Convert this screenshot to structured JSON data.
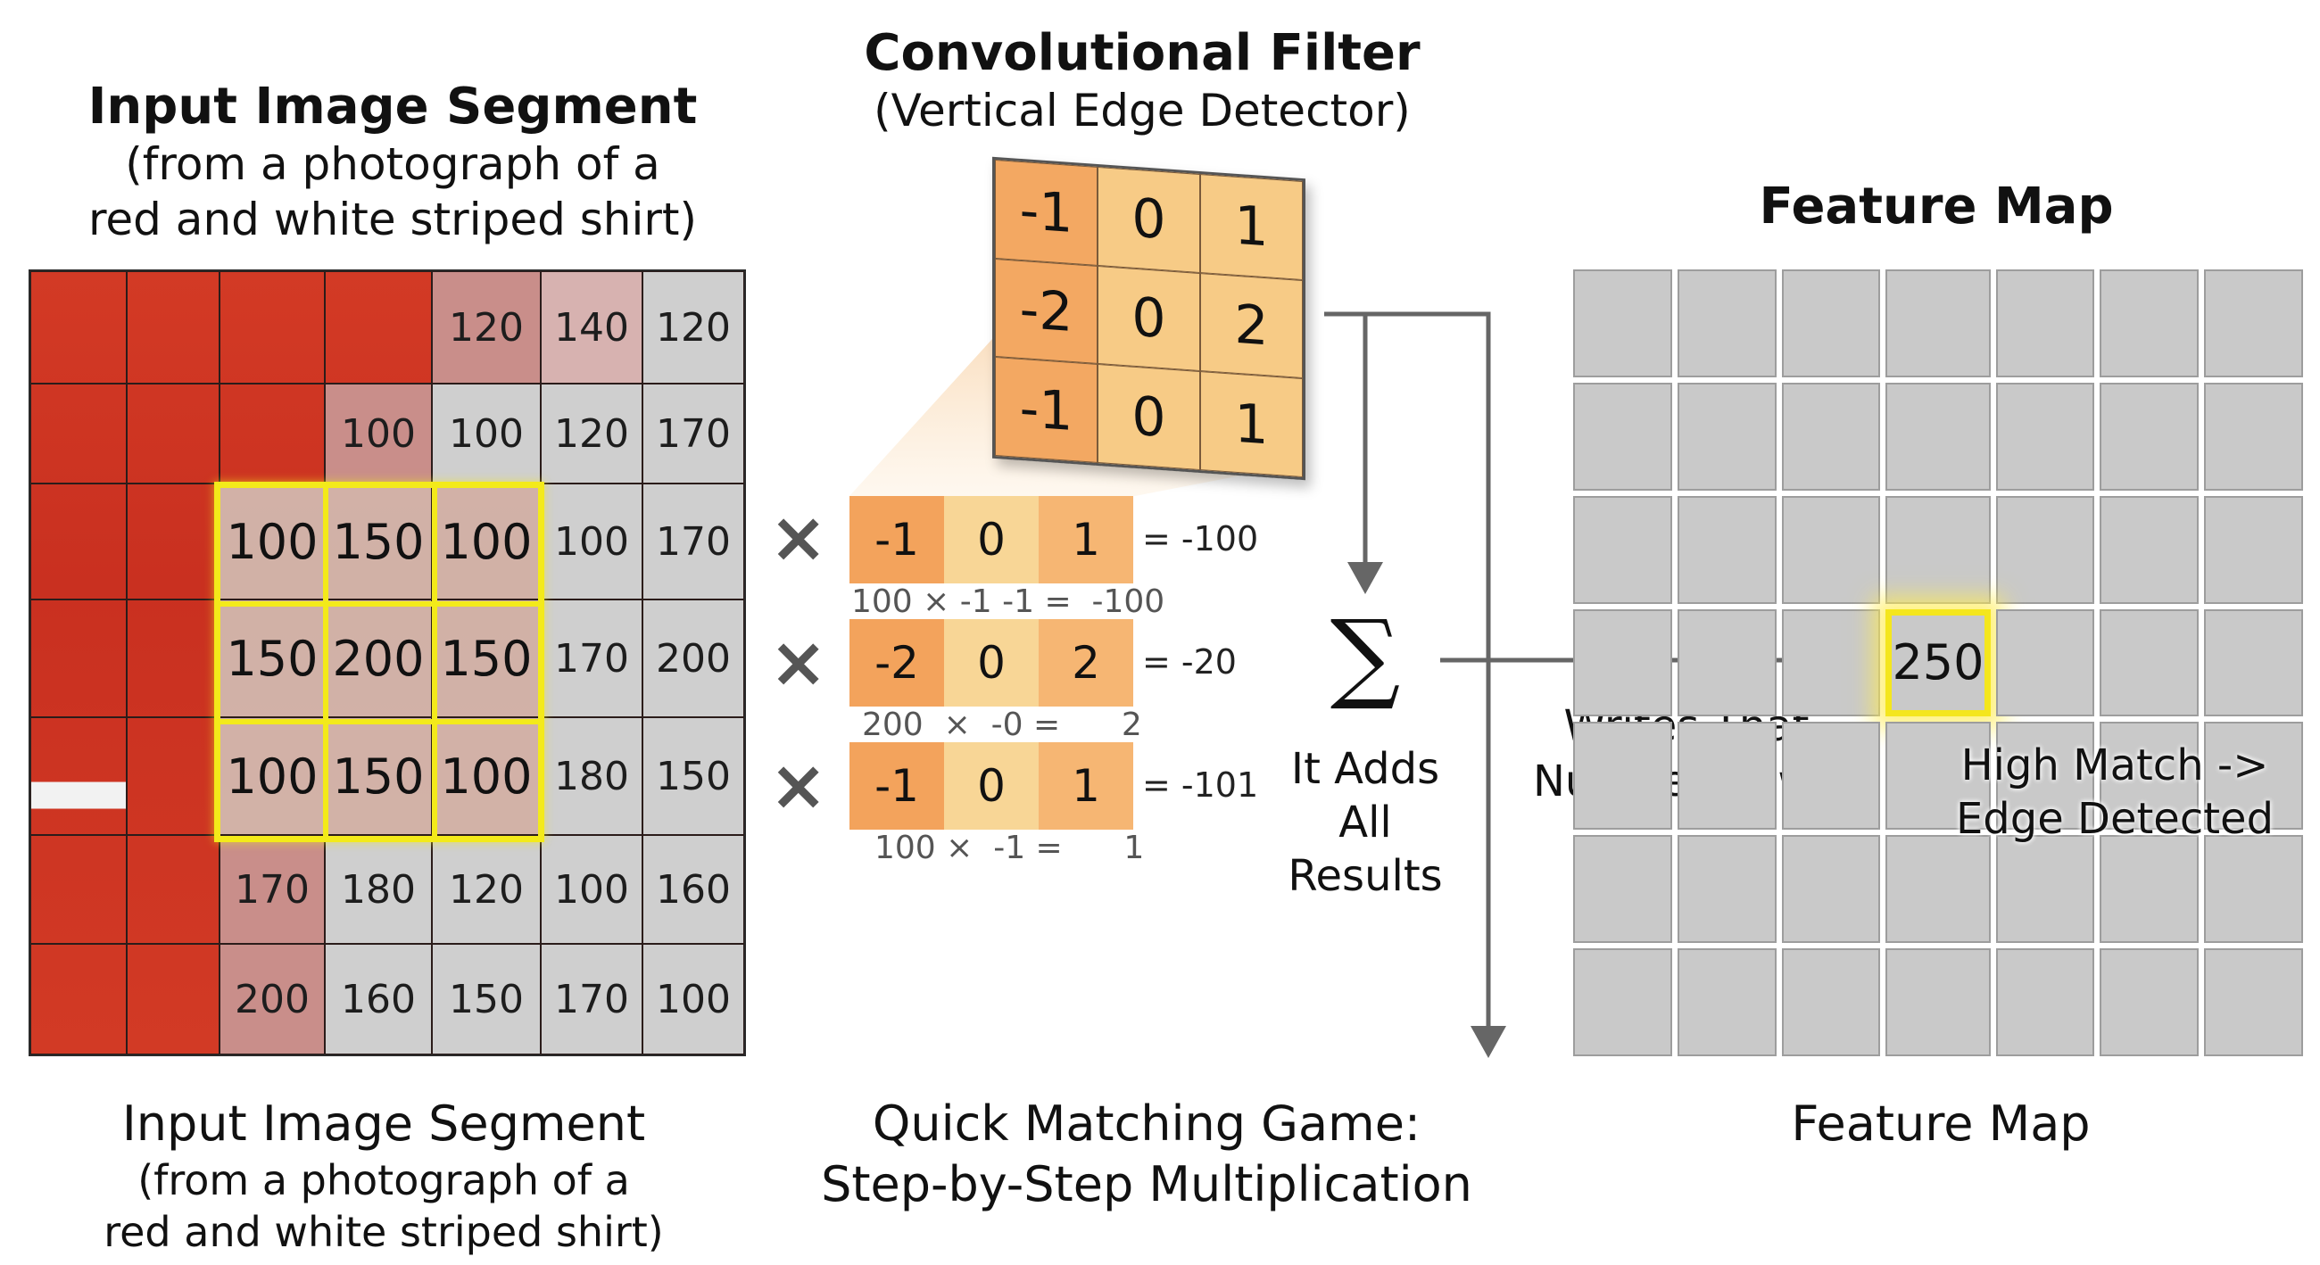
{
  "left_title": {
    "line1": "Input Image Segment",
    "line2": "(from a photograph of a",
    "line3": "red and white striped shirt)"
  },
  "left_caption": {
    "line1": "Input Image Segment",
    "line2": "(from a photograph of a",
    "line3": "red and white striped shirt)"
  },
  "filter_title": {
    "line1": "Convolutional Filter",
    "line2": "(Vertical Edge Detector)"
  },
  "filter_values": [
    "-1",
    "0",
    "1",
    "-2",
    "0",
    "2",
    "-1",
    "0",
    "1"
  ],
  "input_grid": [
    [
      "",
      "",
      "",
      "",
      "120",
      "140",
      "120"
    ],
    [
      "",
      "",
      "",
      "100",
      "100",
      "120",
      "170"
    ],
    [
      "",
      "",
      "100",
      "150",
      "100",
      "100",
      "170"
    ],
    [
      "",
      "",
      "150",
      "200",
      "150",
      "170",
      "200"
    ],
    [
      "",
      "",
      "100",
      "150",
      "100",
      "180",
      "150"
    ],
    [
      "",
      "",
      "170",
      "180",
      "120",
      "100",
      "160"
    ],
    [
      "",
      "",
      "200",
      "160",
      "150",
      "170",
      "100"
    ]
  ],
  "multiplication": {
    "rows": [
      {
        "values": [
          "-1",
          "0",
          "1"
        ],
        "result": "= -100",
        "sub": "100 × -1 -1 =  -100"
      },
      {
        "values": [
          "-2",
          "0",
          "2"
        ],
        "result": "= -20",
        "sub": "200  ×  -0 =      2"
      },
      {
        "values": [
          "-1",
          "0",
          "1"
        ],
        "result": "= -101",
        "sub": "100 ×  -1 =      1"
      }
    ],
    "cross_symbol": "×"
  },
  "sum": {
    "symbol": "∑",
    "line1": "It Adds",
    "line2": "All",
    "line3": "Results"
  },
  "writes_label": {
    "line1": "Writes That",
    "line2": "Number Down"
  },
  "feature_map_title": "Feature Map",
  "feature_map_caption": "Feature Map",
  "feature_map_value": "250",
  "high_match": {
    "line1": "High Match ->",
    "line2": "Edge Detected"
  },
  "middle_caption": {
    "line1": "Quick Matching Game:",
    "line2": "Step-by-Step Multiplication"
  },
  "colors": {
    "highlight": "#f3ea1a",
    "filter_dark": "#f3a862",
    "filter_light": "#f7cb86",
    "shirt_red": "#d33a25",
    "feature_cell": "#c9c9c9",
    "arrow": "#666666"
  }
}
